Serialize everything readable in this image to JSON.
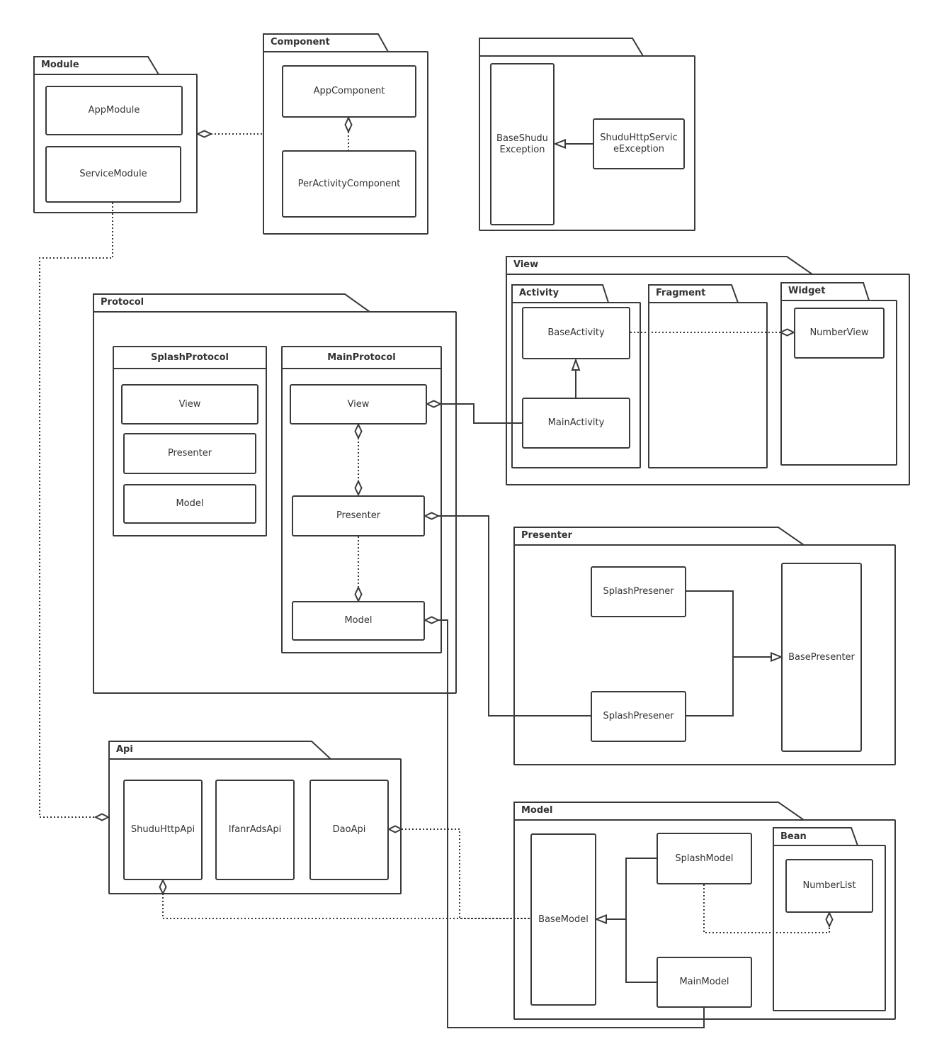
{
  "packages": {
    "module": "Module",
    "component": "Component",
    "exception": "",
    "view": "View",
    "activity": "Activity",
    "fragment": "Fragment",
    "widget": "Widget",
    "protocol": "Protocol",
    "presenter": "Presenter",
    "api": "Api",
    "model": "Model",
    "bean": "Bean"
  },
  "classes": {
    "app_module": "AppModule",
    "service_module": "ServiceModule",
    "app_component": "AppComponent",
    "per_activity_component": "PerActivityComponent",
    "base_shudu_exception": "BaseShudu\nException",
    "shudu_http_service_exception": "ShuduHttpServic\neException",
    "base_activity": "BaseActivity",
    "main_activity": "MainActivity",
    "number_view": "NumberView",
    "splash_view": "View",
    "splash_presenter_iface": "Presenter",
    "splash_model_iface": "Model",
    "main_view": "View",
    "main_presenter_iface": "Presenter",
    "main_model_iface": "Model",
    "splash_presener_1": "SplashPresener",
    "splash_presener_2": "SplashPresener",
    "base_presenter": "BasePresenter",
    "shudu_http_api": "ShuduHttpApi",
    "ifanr_ads_api": "IfanrAdsApi",
    "dao_api": "DaoApi",
    "base_model": "BaseModel",
    "splash_model": "SplashModel",
    "main_model": "MainModel",
    "number_list": "NumberList"
  },
  "groups": {
    "splash_protocol": "SplashProtocol",
    "main_protocol": "MainProtocol"
  }
}
